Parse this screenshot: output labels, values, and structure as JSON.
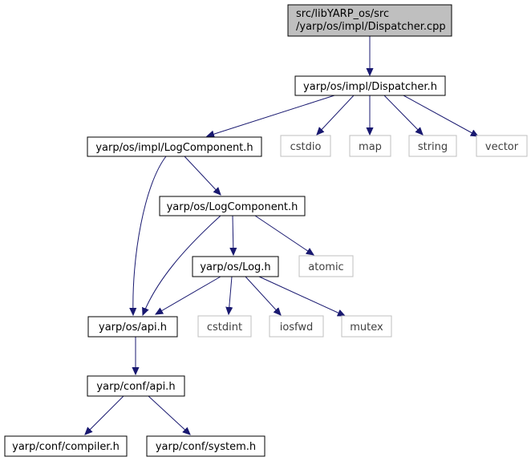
{
  "colors": {
    "edge": "#191970",
    "border": "#000000",
    "ext_border": "#bfbfbf",
    "root_fill": "#bfbfbf",
    "node_fill": "#ffffff"
  },
  "nodes": {
    "root": {
      "lines": [
        "src/libYARP_os/src",
        "/yarp/os/impl/Dispatcher.cpp"
      ]
    },
    "dispatcher_h": {
      "label": "yarp/os/impl/Dispatcher.h"
    },
    "impl_logcomponent_h": {
      "label": "yarp/os/impl/LogComponent.h"
    },
    "cstdio": {
      "label": "cstdio"
    },
    "map": {
      "label": "map"
    },
    "string": {
      "label": "string"
    },
    "vector": {
      "label": "vector"
    },
    "logcomponent_h": {
      "label": "yarp/os/LogComponent.h"
    },
    "log_h": {
      "label": "yarp/os/Log.h"
    },
    "atomic": {
      "label": "atomic"
    },
    "api_h": {
      "label": "yarp/os/api.h"
    },
    "cstdint": {
      "label": "cstdint"
    },
    "iosfwd": {
      "label": "iosfwd"
    },
    "mutex": {
      "label": "mutex"
    },
    "conf_api_h": {
      "label": "yarp/conf/api.h"
    },
    "compiler_h": {
      "label": "yarp/conf/compiler.h"
    },
    "system_h": {
      "label": "yarp/conf/system.h"
    }
  }
}
